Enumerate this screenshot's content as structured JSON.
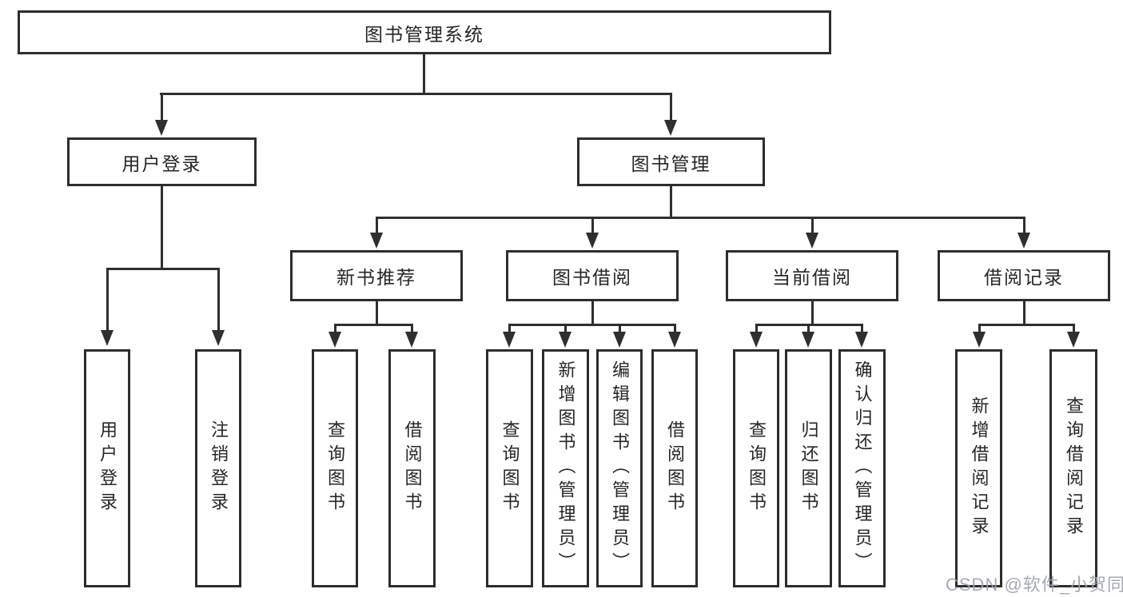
{
  "diagram": {
    "root": {
      "label": "图书管理系统"
    },
    "branches": [
      {
        "label": "用户登录",
        "children": [
          {
            "label": "用户登录"
          },
          {
            "label": "注销登录"
          }
        ]
      },
      {
        "label": "图书管理",
        "children": [
          {
            "label": "新书推荐",
            "children": [
              {
                "label": "查询图书"
              },
              {
                "label": "借阅图书"
              }
            ]
          },
          {
            "label": "图书借阅",
            "children": [
              {
                "label": "查询图书"
              },
              {
                "label": "新增图书（管理员）"
              },
              {
                "label": "编辑图书（管理员）"
              },
              {
                "label": "借阅图书"
              }
            ]
          },
          {
            "label": "当前借阅",
            "children": [
              {
                "label": "查询图书"
              },
              {
                "label": "归还图书"
              },
              {
                "label": "确认归还（管理员）"
              }
            ]
          },
          {
            "label": "借阅记录",
            "children": [
              {
                "label": "新增借阅记录"
              },
              {
                "label": "查询借阅记录"
              }
            ]
          }
        ]
      }
    ],
    "watermark": "CSDN @软件_小贺同学",
    "colors": {
      "line": "#2f2f2f",
      "border": "#2d2d2d",
      "text": "#262626",
      "watermark": "#9ea3ad",
      "background": "#ffffff"
    }
  }
}
